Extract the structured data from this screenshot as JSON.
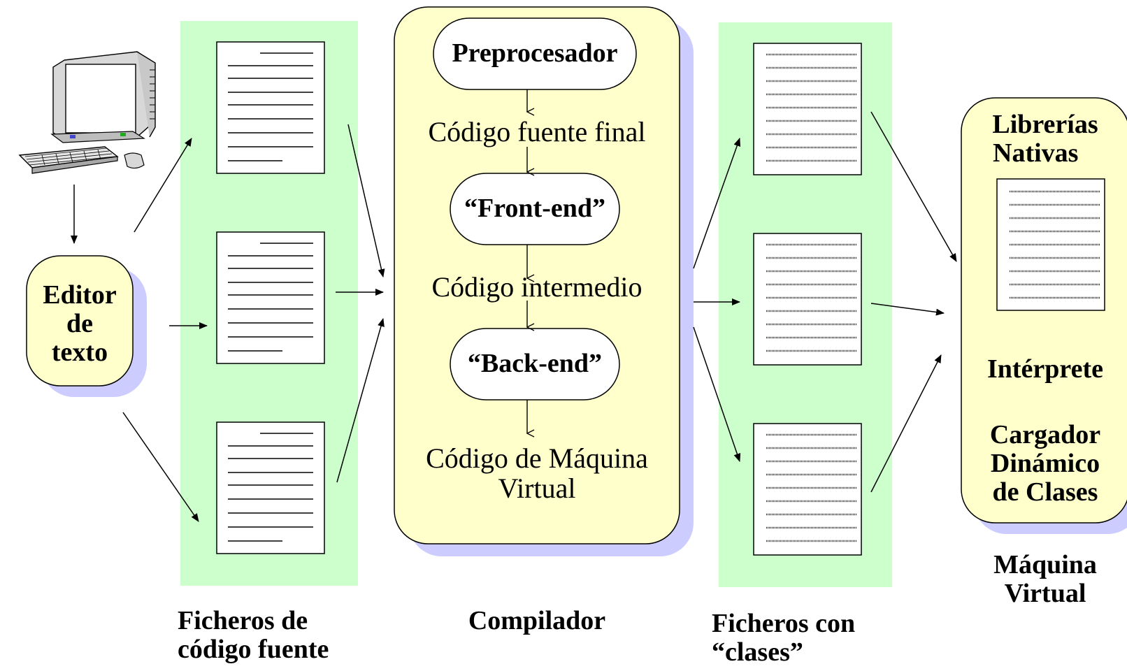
{
  "editor": {
    "line1": "Editor",
    "line2": "de",
    "line3": "texto",
    "computer_icon": "computer-icon"
  },
  "source_files": {
    "caption_line1": "Ficheros de",
    "caption_line2": "código fuente",
    "doc_icon": "text-document-icon"
  },
  "compiler": {
    "caption": "Compilador",
    "preprocessor": "Preprocesador",
    "final_source": "Código fuente final",
    "front_end": "“Front-end”",
    "intermediate": "Código intermedio",
    "back_end": "“Back-end”",
    "vm_code_line1": "Código de Máquina",
    "vm_code_line2": "Virtual"
  },
  "class_files": {
    "caption_line1": "Ficheros con",
    "caption_line2": "“clases”",
    "doc_icon": "binary-document-icon"
  },
  "vm": {
    "native_libs_line1": "Librerías",
    "native_libs_line2": "Nativas",
    "interpreter": "Intérprete",
    "loader_line1": "Cargador",
    "loader_line2": "Dinámico",
    "loader_line3": "de Clases",
    "caption_line1": "Máquina",
    "caption_line2": "Virtual"
  },
  "colors": {
    "panel_green": "#ccffcc",
    "box_yellow": "#ffffcc",
    "shadow_lavender": "#ccccff"
  }
}
